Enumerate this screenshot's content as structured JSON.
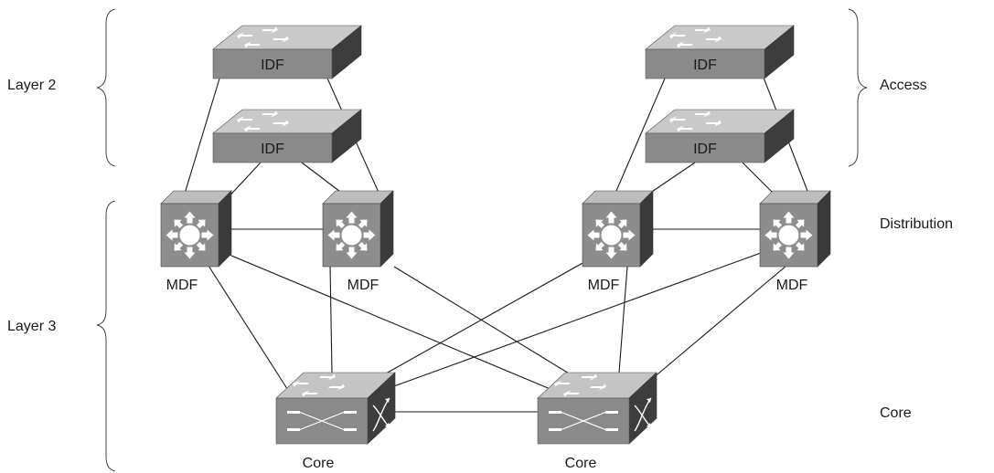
{
  "left_labels": {
    "layer2": "Layer 2",
    "layer3": "Layer 3"
  },
  "right_labels": {
    "access": "Access",
    "distribution": "Distribution",
    "core": "Core"
  },
  "devices": {
    "idf_label": "IDF",
    "mdf_label": "MDF",
    "core_label": "Core"
  },
  "colors": {
    "switch_top": "#c9c9c9",
    "switch_front": "#8a8a8a",
    "switch_side": "#3d3d3d",
    "router_front": "#8d8d8d",
    "router_top": "#bdbdbd",
    "router_side": "#3a3a3a",
    "line": "#1a1a1a"
  }
}
